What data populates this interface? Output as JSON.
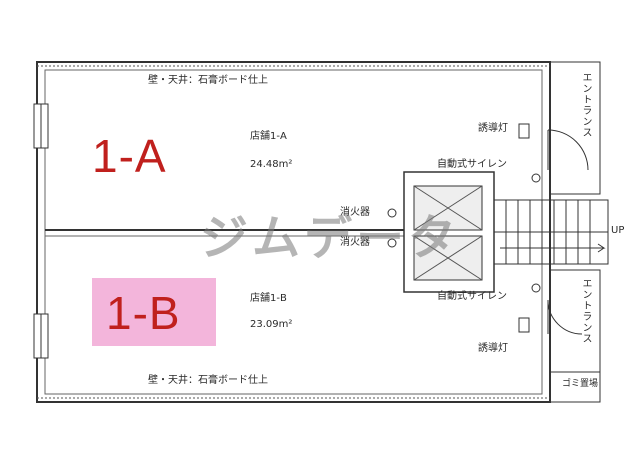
{
  "units": {
    "a": {
      "label": "1-A",
      "name": "店舗1-A",
      "area": "24.48m²"
    },
    "b": {
      "label": "1-B",
      "name": "店舗1-B",
      "area": "23.09m²"
    }
  },
  "finish_note": "壁・天井：石膏ボード仕上",
  "entrance_top": "エントランス",
  "entrance_bottom": "エントランス",
  "guide_light": "誘導灯",
  "auto_siren": "自動式サイレン",
  "fire_extinguisher": "消火器",
  "garbage": "ゴミ置場",
  "stair_label": "UP",
  "watermark": "ジムデータ",
  "colors": {
    "unit_label": "#c0201d",
    "highlight": "#ea78be",
    "line": "#333333"
  }
}
